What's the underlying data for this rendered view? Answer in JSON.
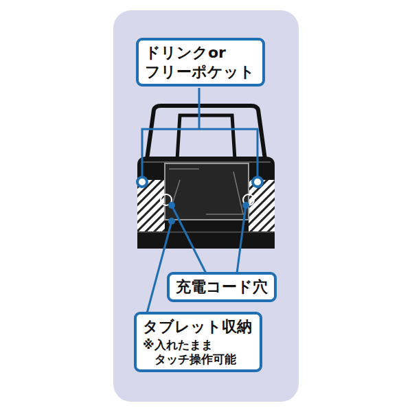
{
  "diagram": {
    "nodes": [
      {
        "text": [
          "ドリンクor フリーポケット"
        ]
      },
      {
        "text": [
          "充電コード穴"
        ]
      },
      {
        "text": [
          "タブレット収納",
          "※入れたまま タッチ操作可能"
        ]
      }
    ]
  }
}
